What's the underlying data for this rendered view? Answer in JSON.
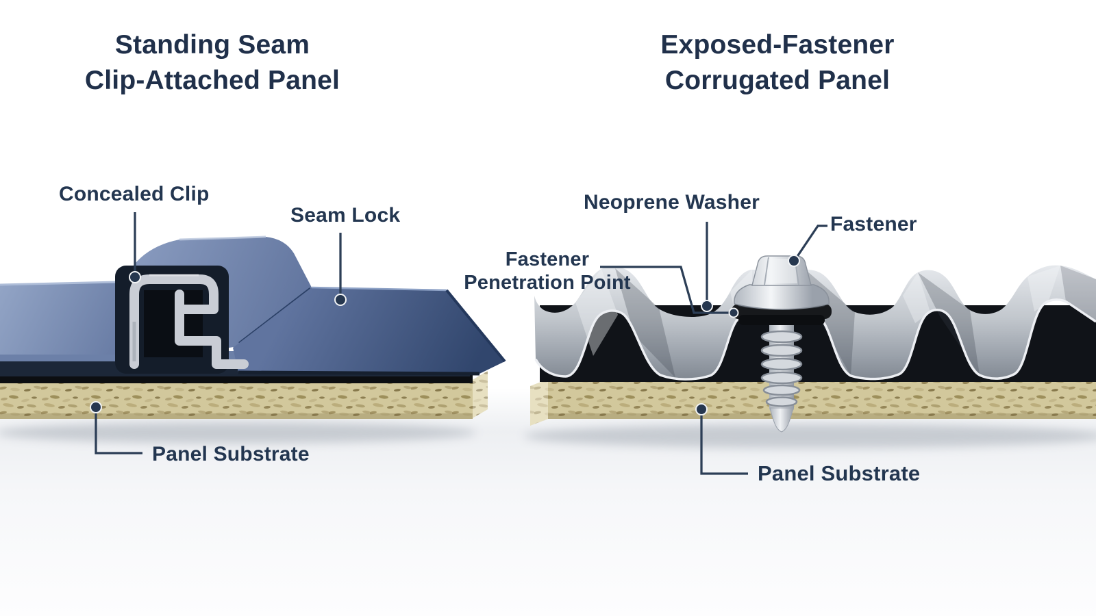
{
  "diagram": {
    "left_panel": {
      "title_line1": "Standing Seam",
      "title_line2": "Clip-Attached Panel",
      "labels": {
        "concealed_clip": "Concealed Clip",
        "seam_lock": "Seam Lock",
        "panel_substrate": "Panel Substrate"
      }
    },
    "right_panel": {
      "title_line1": "Exposed-Fastener",
      "title_line2": "Corrugated Panel",
      "labels": {
        "neoprene_washer": "Neoprene Washer",
        "fastener": "Fastener",
        "penetration_line1": "Fastener",
        "penetration_line2": "Penetration Point",
        "panel_substrate": "Panel Substrate"
      }
    },
    "colors": {
      "title_text": "#20304a",
      "label_text": "#233650",
      "leader_line": "#2c3e56",
      "panel_blue": "#5b6f9b",
      "panel_blue_dark": "#2e4265",
      "clip_silver": "#c9cdd5",
      "corrugated_gray": "#aab0b8",
      "substrate_tan": "#ddd3a7",
      "underlayment_black": "#111418",
      "fastener_silver": "#ced3d9",
      "washer_black": "#17191c"
    }
  }
}
